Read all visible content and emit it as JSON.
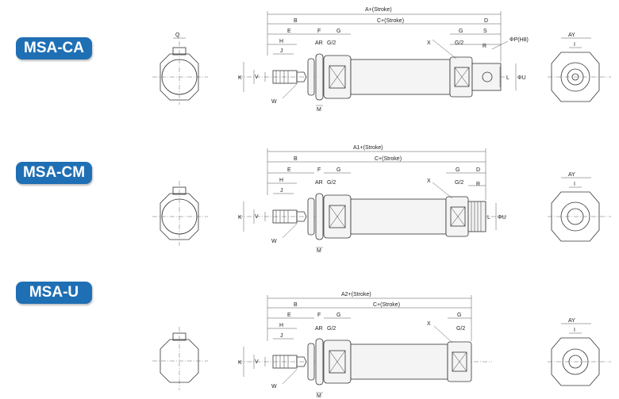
{
  "models": [
    {
      "name": "MSA-CA",
      "total_label": "A+(Stroke)",
      "side_label": "AY"
    },
    {
      "name": "MSA-CM",
      "total_label": "A1+(Stroke)",
      "side_label": "AY"
    },
    {
      "name": "MSA-U",
      "total_label": "A2+(Stroke)",
      "side_label": "AY"
    }
  ],
  "labels": {
    "B": "B",
    "C": "C+(Stroke)",
    "D": "D",
    "E": "E",
    "F": "F",
    "G": "G",
    "G2": "G/2",
    "S": "S",
    "H": "H",
    "J": "J",
    "AR": "AR",
    "K": "K",
    "V": "V",
    "L": "L",
    "W": "W",
    "M": "M",
    "X": "X",
    "R": "R",
    "PH8": "ΦP(H8)",
    "U": "ΦU",
    "I": "I",
    "Q": "Q"
  },
  "colors": {
    "badge": "#1f6fb5",
    "line": "#333333"
  }
}
